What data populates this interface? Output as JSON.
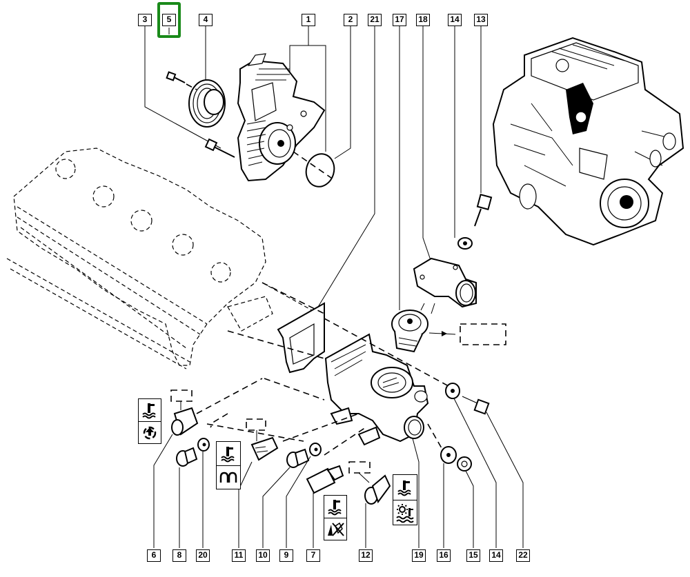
{
  "diagram": {
    "type": "exploded-parts-view",
    "selected_callout": "5",
    "highlight_color": "#1a8a1a",
    "top_callouts": [
      "3",
      "5",
      "4",
      "1",
      "2",
      "21",
      "17",
      "18",
      "14",
      "13"
    ],
    "bottom_callouts": [
      "6",
      "8",
      "20",
      "11",
      "10",
      "9",
      "7",
      "12",
      "19",
      "16",
      "15",
      "14",
      "22"
    ],
    "symbol_panels": [
      {
        "id": "sensor-6",
        "icons": [
          "coolant-temperature-icon",
          "recycle-icon"
        ]
      },
      {
        "id": "sensor-11",
        "icons": [
          "coolant-temperature-icon",
          "glow-plug-icon"
        ]
      },
      {
        "id": "sensor-7",
        "icons": [
          "coolant-temperature-icon",
          "no-indicator-icon"
        ]
      },
      {
        "id": "sensor-12",
        "icons": [
          "coolant-temperature-icon",
          "radiator-fan-icon"
        ]
      }
    ]
  }
}
